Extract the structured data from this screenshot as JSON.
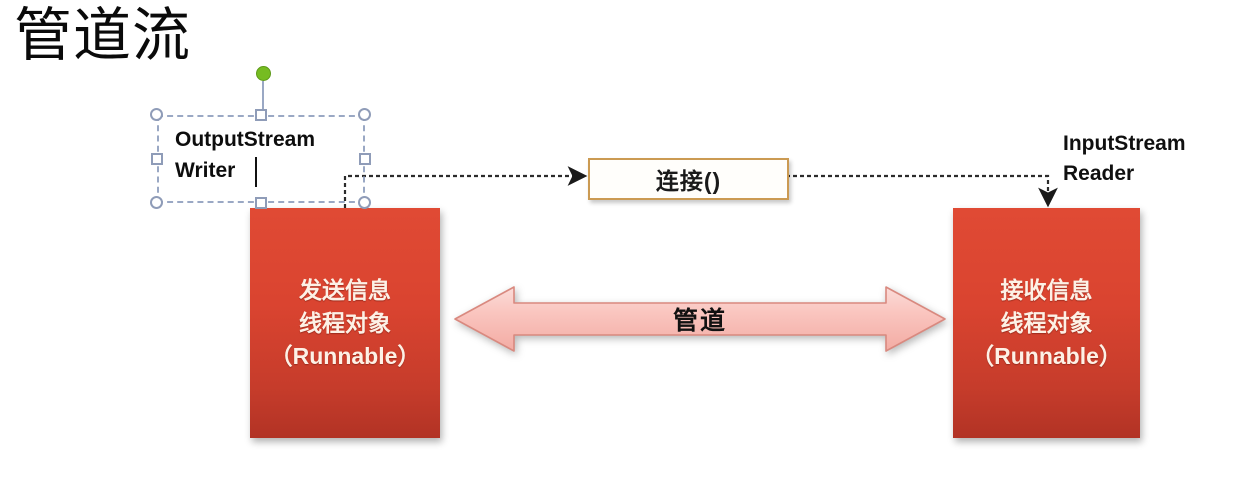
{
  "slide": {
    "title": "管道流",
    "background_color": "#ffffff"
  },
  "shapes": {
    "sender_box": {
      "lines": [
        "发送信息",
        "线程对象",
        "（Runnable）"
      ],
      "fill_color": "#da4430",
      "text_color": "#fdf1e6"
    },
    "receiver_box": {
      "lines": [
        "接收信息",
        "线程对象",
        "（Runnable）"
      ],
      "fill_color": "#da4430",
      "text_color": "#fdf1e6"
    },
    "pipe_arrow": {
      "label": "管道",
      "fill_color": "#f8c3bd",
      "border_color": "#d98078",
      "direction": "double"
    },
    "connect_box": {
      "label": "连接()",
      "border_color": "#cb9a52",
      "fill_color": "#fffefb"
    },
    "input_stream_label": {
      "lines": [
        "InputStream",
        "Reader"
      ],
      "text_color": "#101010"
    },
    "selected_textbox": {
      "lines": [
        "OutputStream",
        "Writer"
      ],
      "text_color": "#0d0d0d",
      "selection_color": "#9aa8c4",
      "rotate_handle_color": "#76bc21",
      "state": "selected-editing"
    }
  },
  "connectors": {
    "sender_to_connect": {
      "style": "dashed",
      "arrow": "to-connect-box"
    },
    "connect_to_receiver": {
      "style": "dashed",
      "arrow": "to-receiver-box"
    }
  }
}
